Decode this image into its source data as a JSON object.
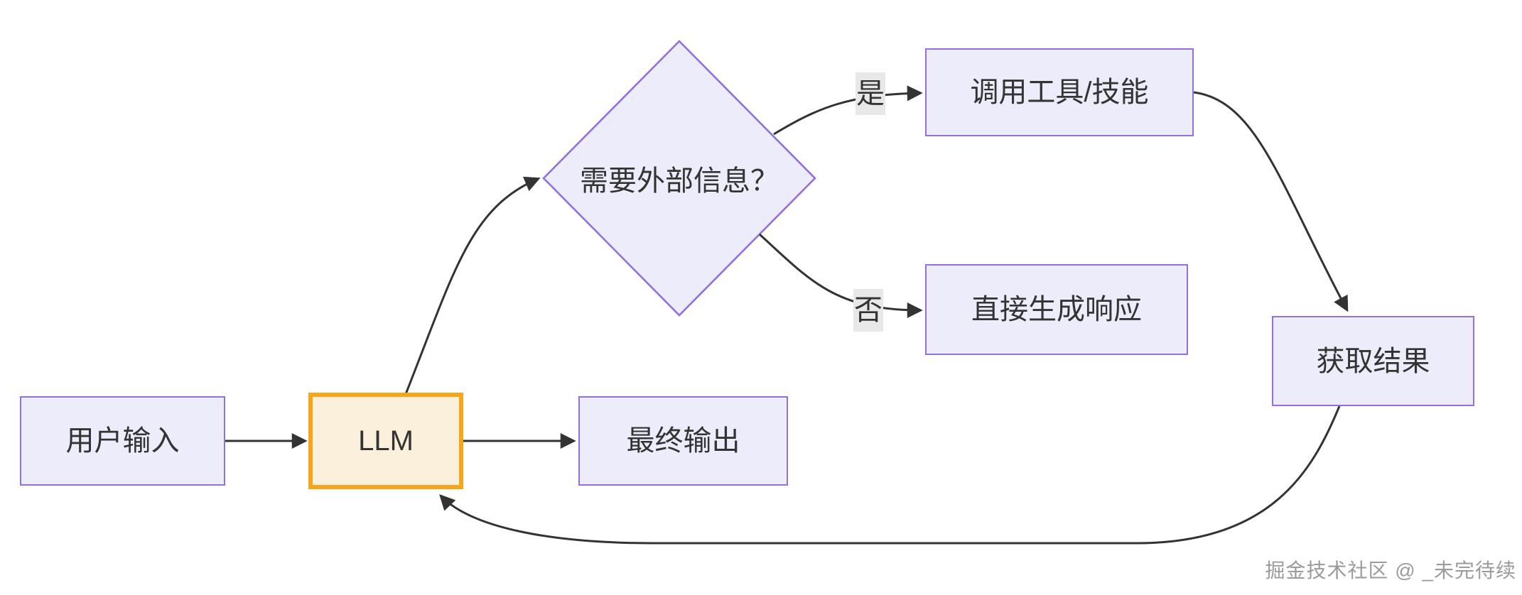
{
  "nodes": {
    "user_input": "用户输入",
    "llm": "LLM",
    "decision": "需要外部信息？",
    "call_tools": "调用工具/技能",
    "direct_response": "直接生成响应",
    "get_result": "获取结果",
    "final_output": "最终输出"
  },
  "edge_labels": {
    "yes": "是",
    "no": "否"
  },
  "watermark": {
    "text": "掘金技术社区 @ _未完待续"
  },
  "colors": {
    "node_fill": "#ECECFB",
    "node_border": "#9370DB",
    "llm_fill": "#FBF0DC",
    "llm_border": "#F7A51B",
    "edge_stroke": "#333333",
    "edge_label_bg": "#E8E8E8",
    "text": "#333333",
    "watermark_text": "#9B9B9B"
  }
}
